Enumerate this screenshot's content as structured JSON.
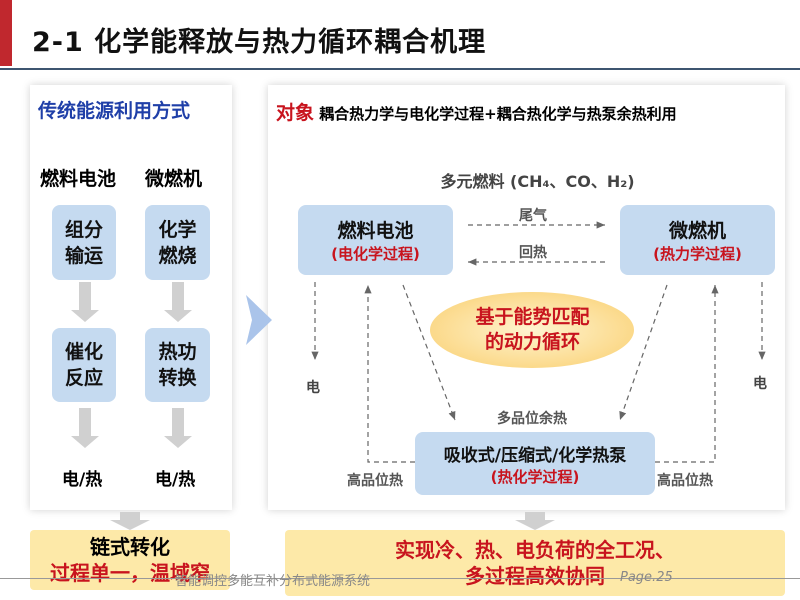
{
  "title": "2-1 化学能释放与热力循环耦合机理",
  "left": {
    "header": "传统能源利用方式",
    "col1": {
      "head": "燃料电池",
      "box1": [
        "组分",
        "输运"
      ],
      "box2": [
        "催化",
        "反应"
      ],
      "out": "电/热"
    },
    "col2": {
      "head": "微燃机",
      "box1": [
        "化学",
        "燃烧"
      ],
      "box2": [
        "热功",
        "转换"
      ],
      "out": "电/热"
    },
    "result": [
      "链式转化",
      "过程单一，温域窄"
    ]
  },
  "right": {
    "header_tag": "对象",
    "header_text": "耦合热力学与电化学过程+耦合热化学与热泵余热利用",
    "fuel": "多元燃料 (CH₄、CO、H₂)",
    "fc": {
      "name": "燃料电池",
      "sub": "(电化学过程)"
    },
    "mt": {
      "name": "微燃机",
      "sub": "(热力学过程)"
    },
    "exhaust": "尾气",
    "reheat": "回热",
    "cycle": [
      "基于能势匹配",
      "的动力循环"
    ],
    "elec_left": "电",
    "elec_right": "电",
    "waste_heat": "多品位余热",
    "hp": {
      "name": "吸收式/压缩式/化学热泵",
      "sub": "(热化学过程)"
    },
    "hq_left": "高品位热",
    "hq_right": "高品位热",
    "result": [
      "实现冷、热、电负荷的全工况、",
      "多过程高效协同"
    ]
  },
  "footer": {
    "text": "智能调控多能互补分布式能源系统",
    "page": "Page.25"
  }
}
